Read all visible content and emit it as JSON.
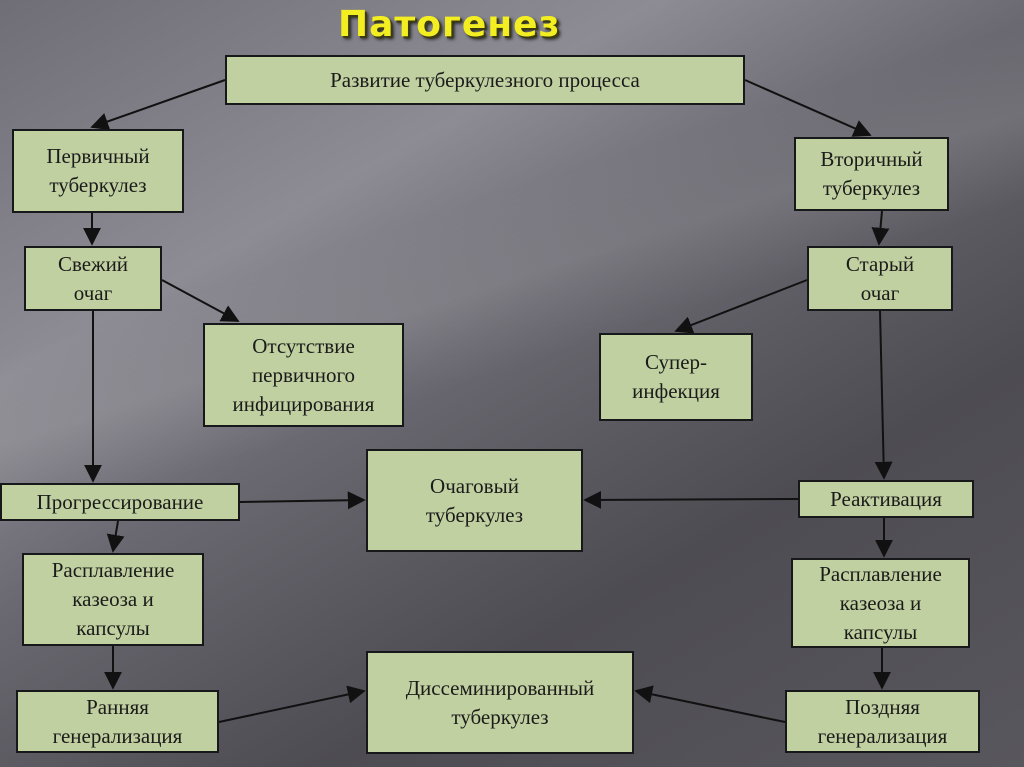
{
  "title": "Патогенез",
  "boxes": {
    "root": "Развитие туберкулезного процесса",
    "primary": "Первичный\nтуберкулез",
    "secondary": "Вторичный\nтуберкулез",
    "fresh_focus": "Свежий\nочаг",
    "old_focus": "Старый\nочаг",
    "absence_primary_infection": "Отсутствие\nпервичного\nинфицирования",
    "superinfection": "Супер-\nинфекция",
    "progression": "Прогрессирование",
    "focal_tb": "Очаговый\nтуберкулез",
    "reactivation": "Реактивация",
    "melting_left": "Расплавление\nказеоза и\nкапсулы",
    "melting_right": "Расплавление\nказеоза и\nкапсулы",
    "early_generalization": "Ранняя\nгенерализация",
    "disseminated_tb": "Диссеминированный\nтуберкулез",
    "late_generalization": "Поздняя\nгенерализация"
  },
  "colors": {
    "box_fill": "#c0d0a0",
    "box_border": "#16181a",
    "title": "#f2ee22",
    "arrow": "#111111"
  }
}
